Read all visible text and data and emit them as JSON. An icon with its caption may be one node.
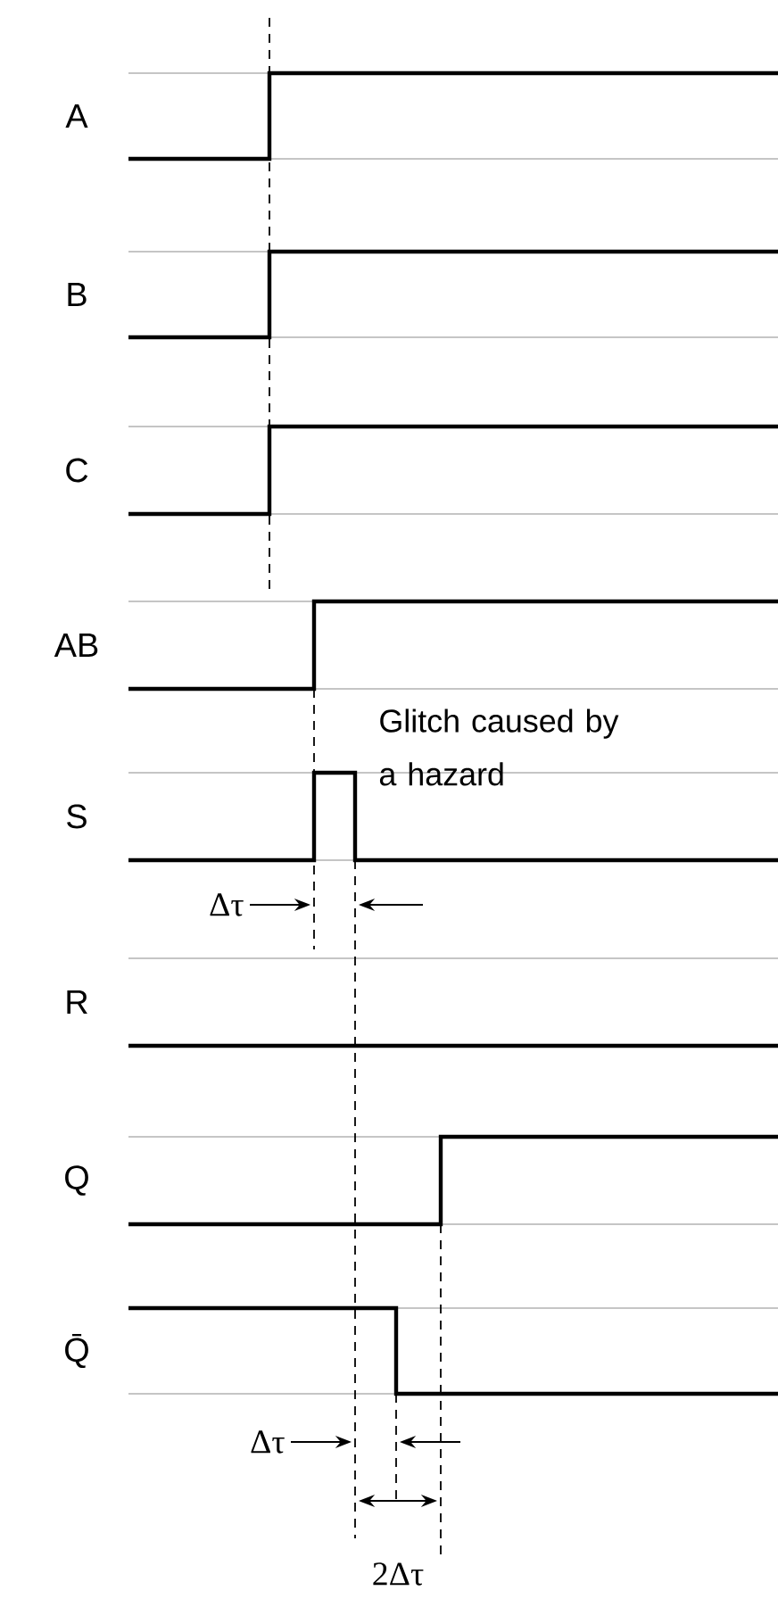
{
  "diagram": {
    "labels": [
      "A",
      "B",
      "C",
      "AB",
      "Glitch caused by a hazard",
      "S",
      "Δτ",
      "R",
      "Q",
      "Q̄",
      "Δτ",
      "2Δτ"
    ]
  }
}
